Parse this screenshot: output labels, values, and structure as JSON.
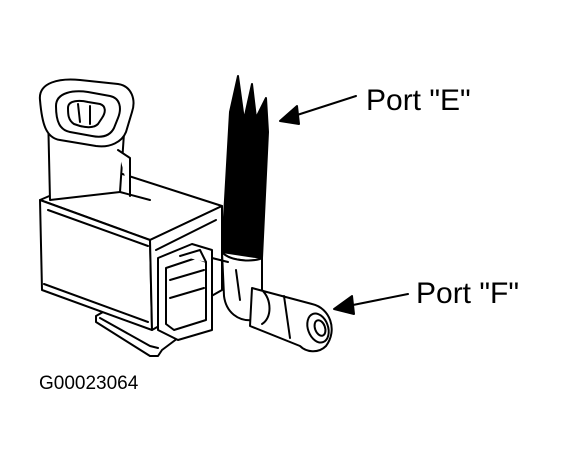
{
  "labels": {
    "port_e": "Port \"E\"",
    "port_f": "Port \"F\""
  },
  "figure_id": "G00023064",
  "colors": {
    "line": "#000000",
    "fill": "#ffffff"
  }
}
